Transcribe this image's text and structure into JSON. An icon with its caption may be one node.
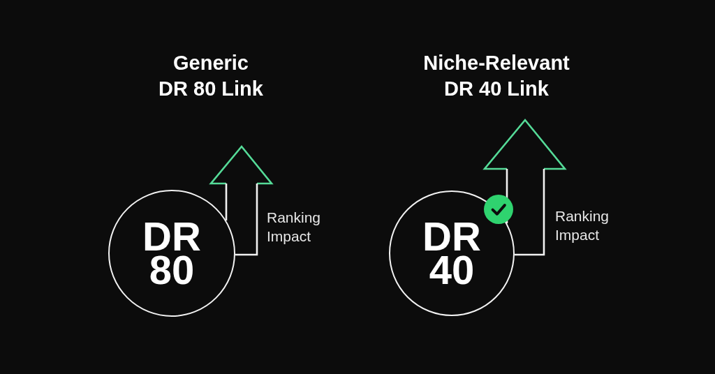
{
  "diagram": {
    "nodes": [
      {
        "text": [
          "DR 80"
        ]
      },
      {
        "text": [
          "DR 40"
        ]
      }
    ],
    "labels": [
      "Generic DR 80 Link",
      "Niche-Relevant DR 40 Link",
      "Ranking Impact",
      "Ranking Impact"
    ]
  }
}
